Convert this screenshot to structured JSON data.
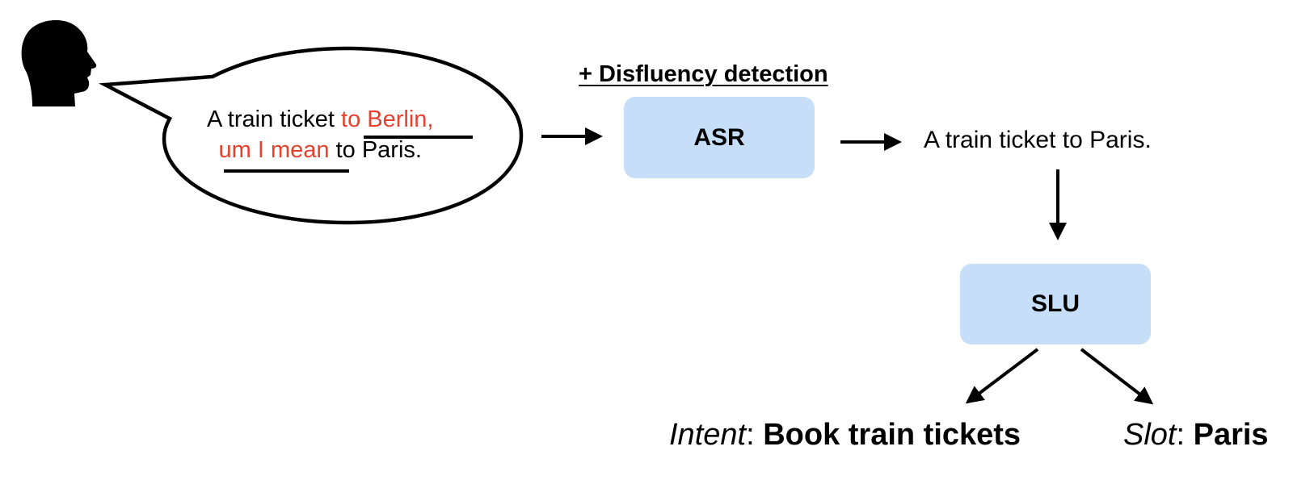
{
  "speech": {
    "part1": "A train ticket",
    "disfluency_line1": "to Berlin,",
    "disfluency_line2": "um I mean",
    "part2": "to Paris.",
    "disfluency_color": "#e8402e"
  },
  "heading": "+ Disfluency detection",
  "boxes": {
    "asr": "ASR",
    "slu": "SLU",
    "color": "#c6def8"
  },
  "asr_output": "A train ticket to Paris.",
  "results": {
    "intent_label": "Intent",
    "intent_value": "Book train tickets",
    "slot_label": "Slot",
    "slot_value": "Paris",
    "separator": ":"
  },
  "icons": [
    "head-silhouette-icon",
    "speech-bubble"
  ]
}
